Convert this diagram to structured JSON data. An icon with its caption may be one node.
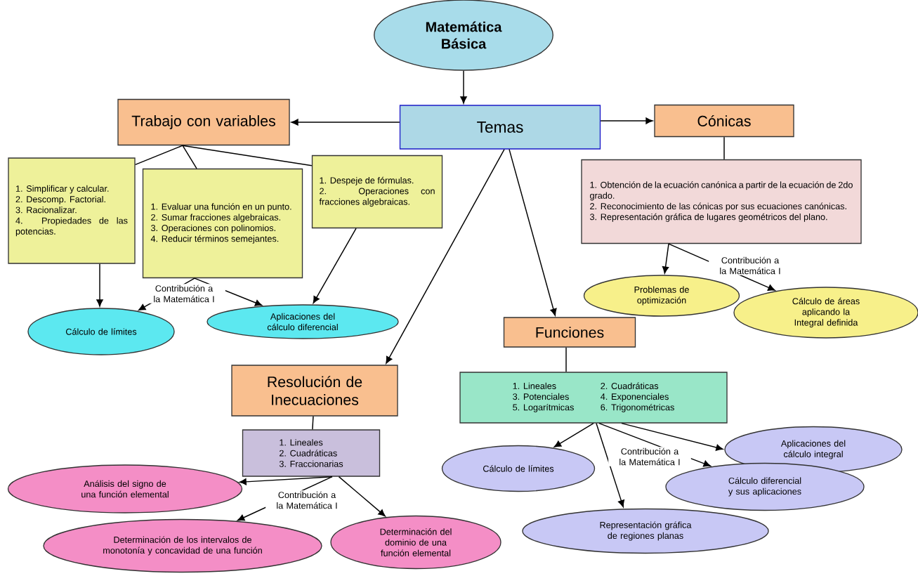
{
  "diagram": {
    "nodes": [
      {
        "text": [
          "Matemática Básica"
        ]
      },
      {
        "text": [
          "Temas"
        ]
      },
      {
        "text": [
          "Trabajo con variables"
        ]
      },
      {
        "text": [
          "Cónicas"
        ]
      },
      {
        "text": [
          "1. Simplificar y calcular.",
          "2. Descomp. Factorial.",
          "3. Racionalizar.",
          "4. Propiedades de las potencias."
        ]
      },
      {
        "text": [
          "1. Evaluar una función en un punto.",
          "2. Sumar fracciones algebraicas.",
          "3. Operaciones con polinomios.",
          "4. Reducir términos semejantes."
        ]
      },
      {
        "text": [
          "1. Despeje de fórmulas.",
          "2. Operaciones con fracciones algebraicas."
        ]
      },
      {
        "text": [
          "1. Obtención de la ecuación canónica a partir de la ecuación de 2do grado.",
          "2. Reconocimiento de las cónicas por sus ecuaciones canónicas.",
          "3. Representación gráfica de lugares geométricos del plano."
        ]
      },
      {
        "text": [
          "Cálculo de límites"
        ]
      },
      {
        "text": [
          "Aplicaciones del cálculo diferencial"
        ]
      },
      {
        "text": [
          "Problemas de optimización"
        ]
      },
      {
        "text": [
          "Cálculo de áreas aplicando la Integral definida"
        ]
      },
      {
        "text": [
          "Resolución de Inecuaciones"
        ]
      },
      {
        "text": [
          "Funciones"
        ]
      },
      {
        "text": [
          "1. Lineales",
          "2. Cuadráticas",
          "3. Potenciales",
          "4. Exponenciales",
          "5. Logarítmicas",
          "6. Trigonométricas"
        ]
      },
      {
        "text": [
          "1. Lineales",
          "2. Cuadráticas",
          "3. Fraccionarias"
        ]
      },
      {
        "text": [
          "Cálculo de límites"
        ]
      },
      {
        "text": [
          "Aplicaciones del cálculo integral"
        ]
      },
      {
        "text": [
          "Cálculo diferencial y sus aplicaciones"
        ]
      },
      {
        "text": [
          "Representación gráfica de regiones planas"
        ]
      },
      {
        "text": [
          "Análisis del signo de una función elemental"
        ]
      },
      {
        "text": [
          "Determinación de los intervalos de monotonía y concavidad de una función"
        ]
      },
      {
        "text": [
          "Determinación del dominio de una función elemental"
        ]
      }
    ],
    "edges": [
      {
        "from": 0,
        "to": 1,
        "arrow": "to"
      },
      {
        "from": 1,
        "to": 2,
        "arrow": "to"
      },
      {
        "from": 1,
        "to": 3,
        "arrow": "to"
      },
      {
        "from": 1,
        "to": 12,
        "arrow": "to"
      },
      {
        "from": 1,
        "to": 13,
        "arrow": "to"
      },
      {
        "from": 2,
        "to": 4,
        "arrow": "none"
      },
      {
        "from": 2,
        "to": 5,
        "arrow": "none"
      },
      {
        "from": 2,
        "to": 6,
        "arrow": "none"
      },
      {
        "from": 4,
        "to": 8,
        "arrow": "to"
      },
      {
        "from": 5,
        "to": 8,
        "arrow": "to"
      },
      {
        "from": 5,
        "to": 9,
        "arrow": "to"
      },
      {
        "from": 6,
        "to": 9,
        "arrow": "to"
      },
      {
        "from": 3,
        "to": 7,
        "arrow": "none"
      },
      {
        "from": 7,
        "to": 10,
        "arrow": "to"
      },
      {
        "from": 7,
        "to": 11,
        "arrow": "to"
      },
      {
        "from": 13,
        "to": 14,
        "arrow": "none"
      },
      {
        "from": 14,
        "to": 16,
        "arrow": "to"
      },
      {
        "from": 14,
        "to": 17,
        "arrow": "to"
      },
      {
        "from": 14,
        "to": 18,
        "arrow": "to"
      },
      {
        "from": 14,
        "to": 19,
        "arrow": "to"
      },
      {
        "from": 12,
        "to": 15,
        "arrow": "none"
      },
      {
        "from": 15,
        "to": 20,
        "arrow": "to"
      },
      {
        "from": 15,
        "to": 21,
        "arrow": "to"
      },
      {
        "from": 15,
        "to": 22,
        "arrow": "to"
      }
    ],
    "labels": [
      "Contribución a la Matemática I",
      "Contribución a la Matemática I",
      "Contribución a la Matemática I",
      "Contribución a la Matemática I"
    ]
  }
}
